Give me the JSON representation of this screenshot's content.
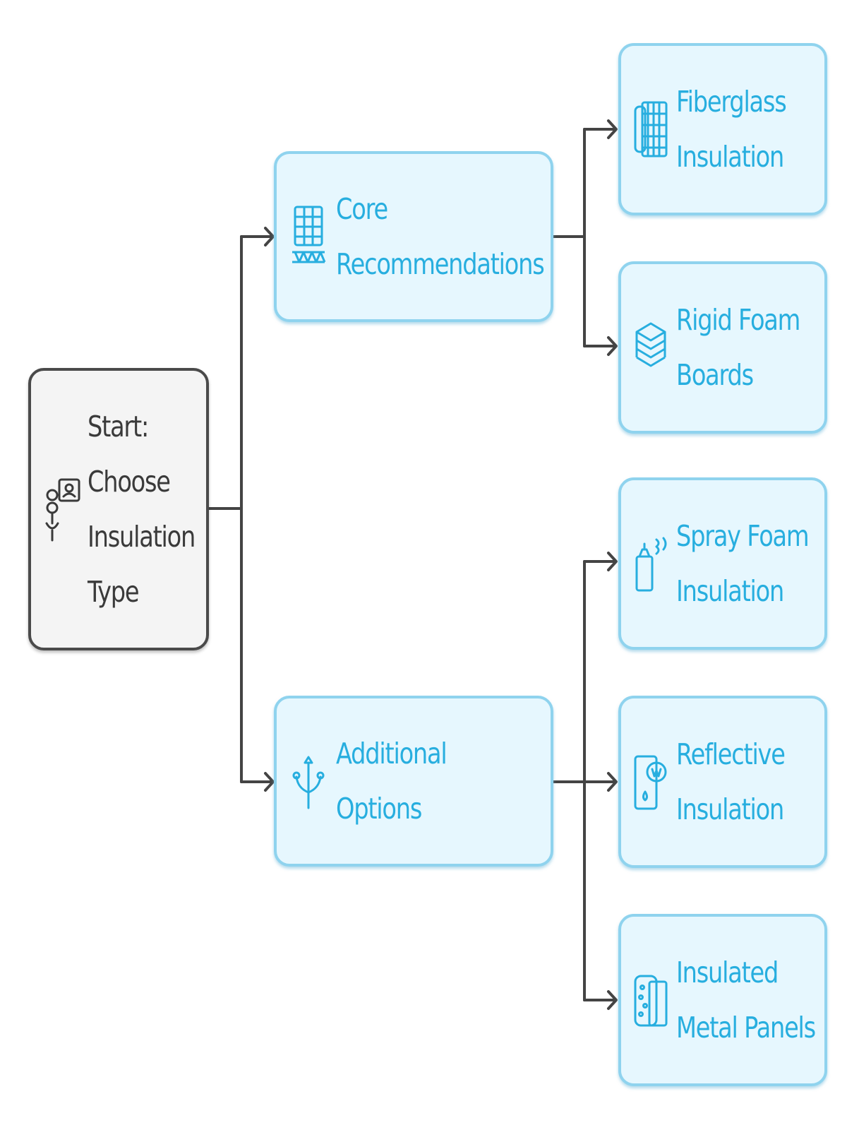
{
  "colors": {
    "accent": "#27aedf",
    "node_fill": "#e6f7fe",
    "node_border": "#8fd3ee",
    "start_fill": "#f4f4f4",
    "start_border": "#4a4a4a",
    "connector": "#444444"
  },
  "diagram": {
    "start": {
      "lines": [
        "Start:",
        "Choose",
        "Insulation",
        "Type"
      ],
      "icon": "person-presentation-icon"
    },
    "branches": [
      {
        "lines": [
          "Core",
          "Recommendations"
        ],
        "icon": "insulation-grid-icon",
        "children": [
          {
            "lines": [
              "Fiberglass",
              "Insulation"
            ],
            "icon": "fiberglass-roll-icon"
          },
          {
            "lines": [
              "Rigid Foam",
              "Boards"
            ],
            "icon": "stacked-layers-icon"
          }
        ]
      },
      {
        "lines": [
          "Additional",
          "Options"
        ],
        "icon": "branching-arrows-icon",
        "children": [
          {
            "lines": [
              "Spray Foam",
              "Insulation"
            ],
            "icon": "spray-can-icon"
          },
          {
            "lines": [
              "Reflective",
              "Insulation"
            ],
            "icon": "reflective-panel-icon"
          },
          {
            "lines": [
              "Insulated",
              "Metal Panels"
            ],
            "icon": "metal-panel-icon"
          }
        ]
      }
    ]
  }
}
